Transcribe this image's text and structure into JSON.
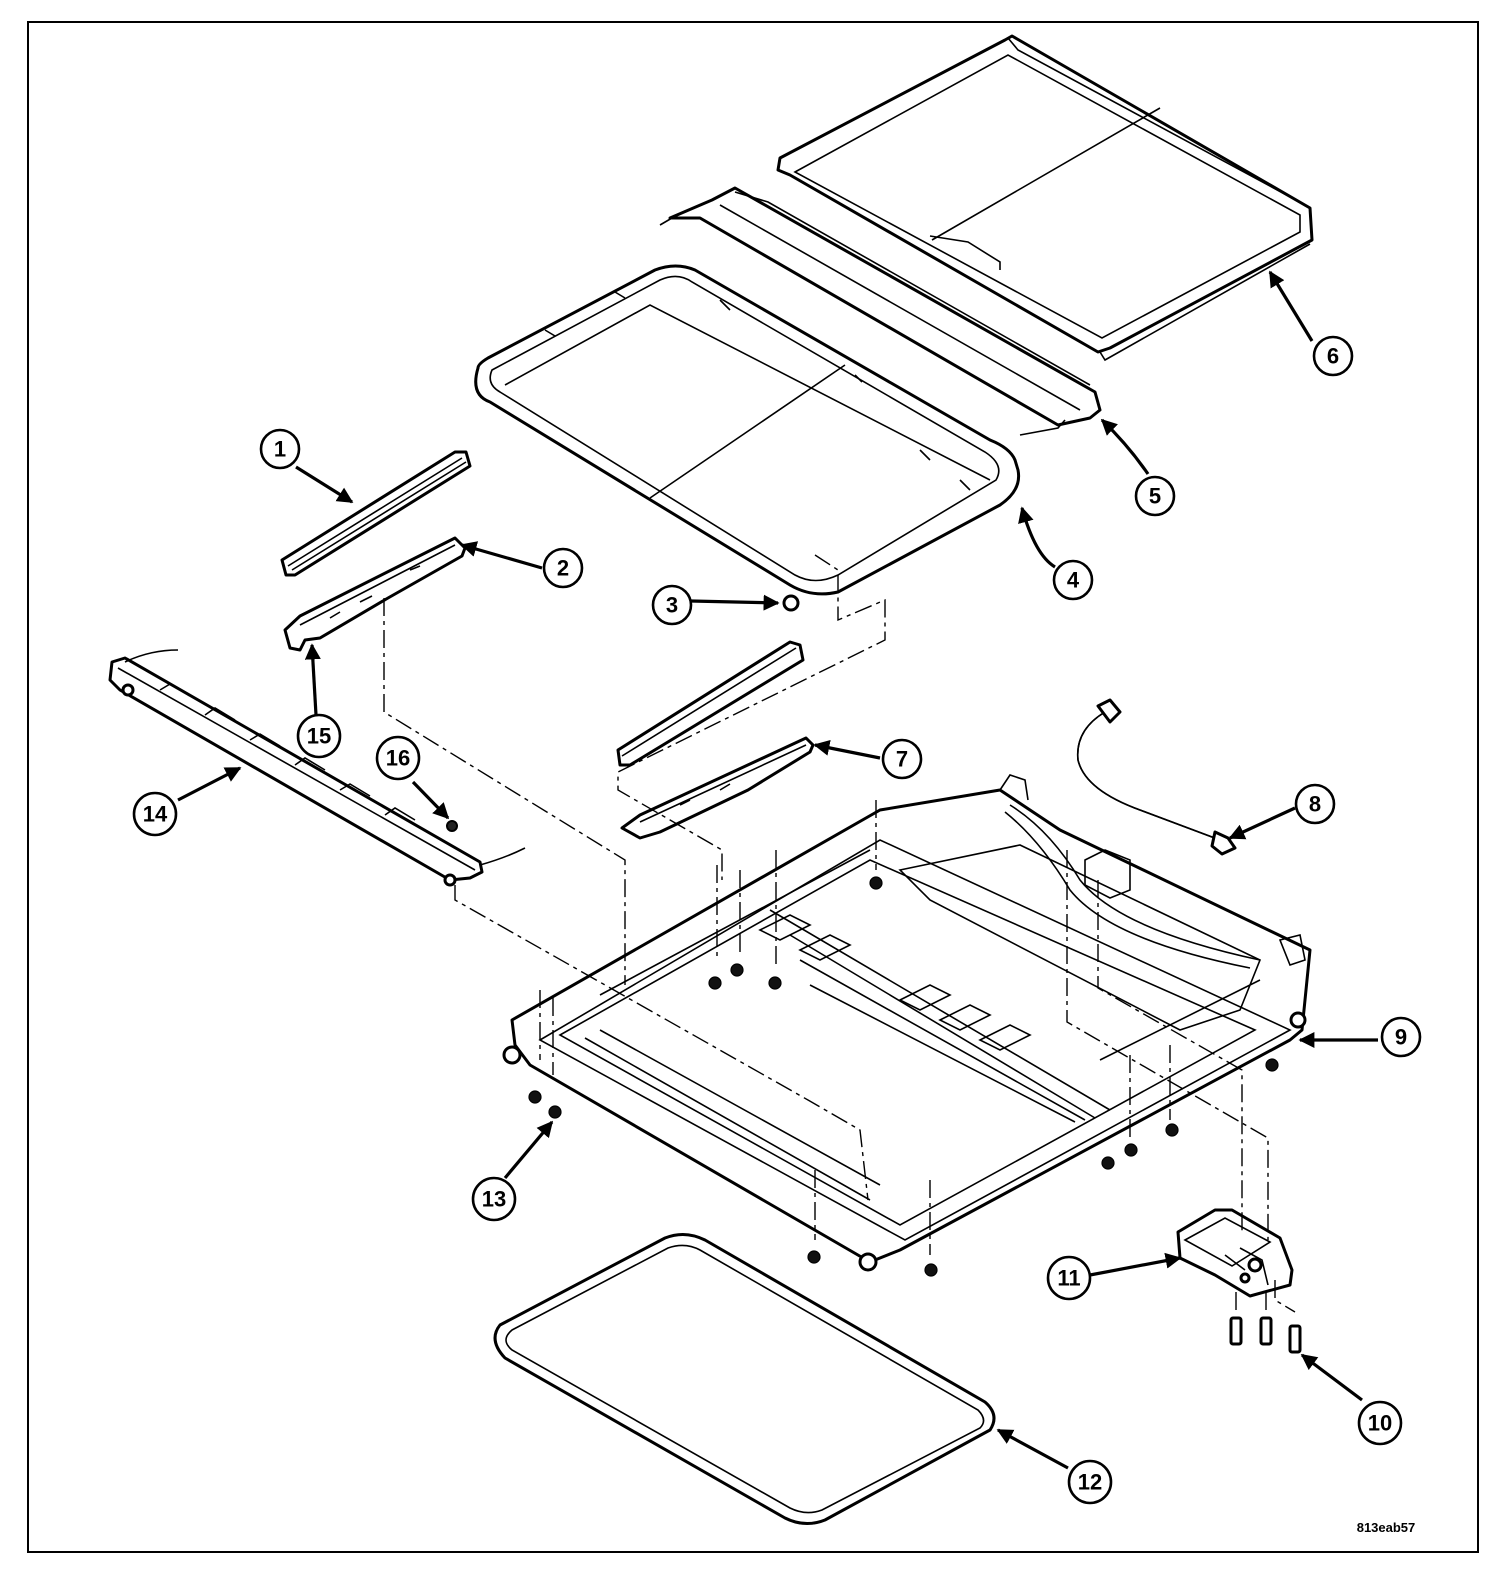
{
  "figure_id": "813eab57",
  "callouts": [
    {
      "num": "1",
      "part": "front-shield-rail"
    },
    {
      "num": "2",
      "part": "left-bracket"
    },
    {
      "num": "3",
      "part": "nut"
    },
    {
      "num": "4",
      "part": "glass-panel"
    },
    {
      "num": "5",
      "part": "rear-drain-trough"
    },
    {
      "num": "6",
      "part": "sunshade"
    },
    {
      "num": "7",
      "part": "right-bracket"
    },
    {
      "num": "8",
      "part": "drain-hose"
    },
    {
      "num": "9",
      "part": "sunroof-frame"
    },
    {
      "num": "10",
      "part": "screw"
    },
    {
      "num": "11",
      "part": "motor"
    },
    {
      "num": "12",
      "part": "seal"
    },
    {
      "num": "13",
      "part": "frame-fastener"
    },
    {
      "num": "14",
      "part": "wind-deflector"
    },
    {
      "num": "15",
      "part": "bracket-tab"
    },
    {
      "num": "16",
      "part": "deflector-fastener"
    }
  ]
}
